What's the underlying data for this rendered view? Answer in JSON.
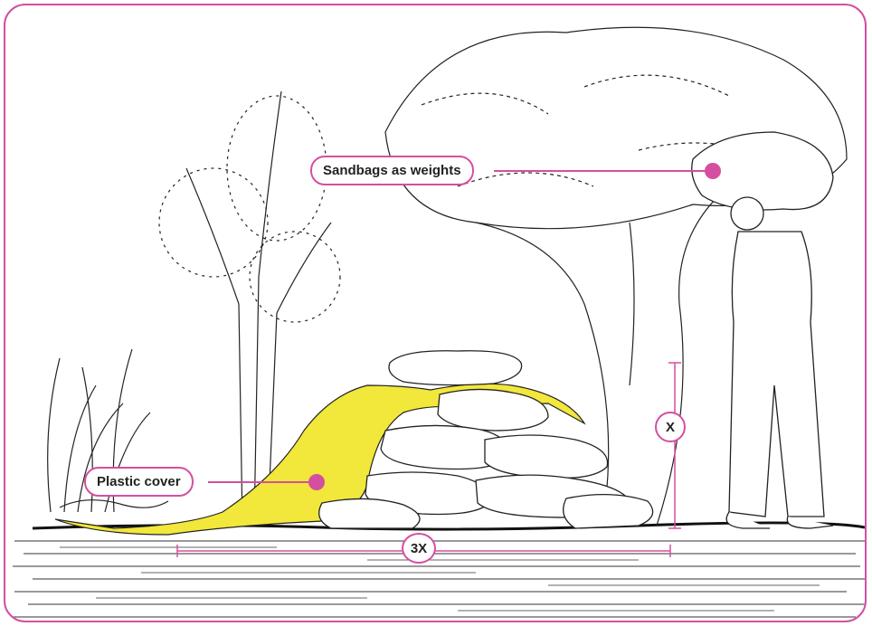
{
  "labels": {
    "sandbags": "Sandbags as weights",
    "plastic": "Plastic cover"
  },
  "dimensions": {
    "height_label": "X",
    "width_label": "3X"
  },
  "colors": {
    "accent": "#d44fa0",
    "plastic": "#f2e73b",
    "ink": "#1a1a1a"
  }
}
